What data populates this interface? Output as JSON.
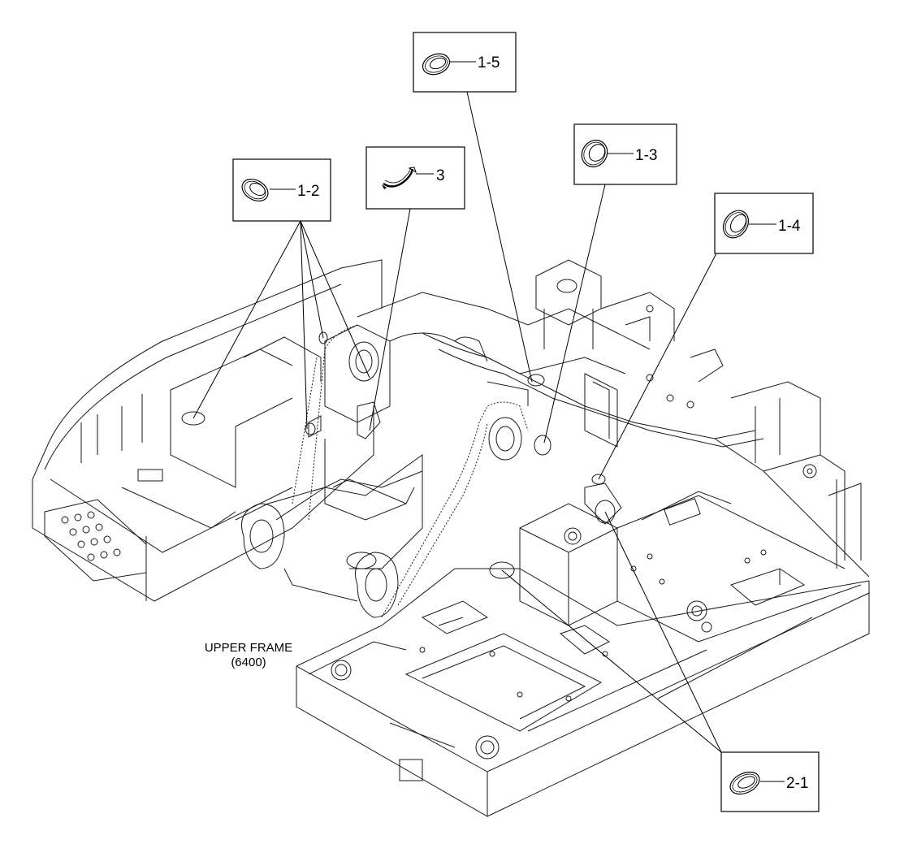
{
  "diagram": {
    "frame_label_line1": "UPPER FRAME",
    "frame_label_line2": "(6400)",
    "callouts": [
      {
        "id": "1-5",
        "label": "1-5",
        "part_icon": "grommet-oval-icon"
      },
      {
        "id": "1-3",
        "label": "1-3",
        "part_icon": "grommet-round-icon"
      },
      {
        "id": "3",
        "label": "3",
        "part_icon": "clip-icon"
      },
      {
        "id": "1-2",
        "label": "1-2",
        "part_icon": "grommet-oval-icon"
      },
      {
        "id": "1-4",
        "label": "1-4",
        "part_icon": "grommet-round-icon"
      },
      {
        "id": "2-1",
        "label": "2-1",
        "part_icon": "grommet-oval-icon"
      }
    ]
  },
  "colors": {
    "line": "#000000",
    "background": "#ffffff"
  }
}
